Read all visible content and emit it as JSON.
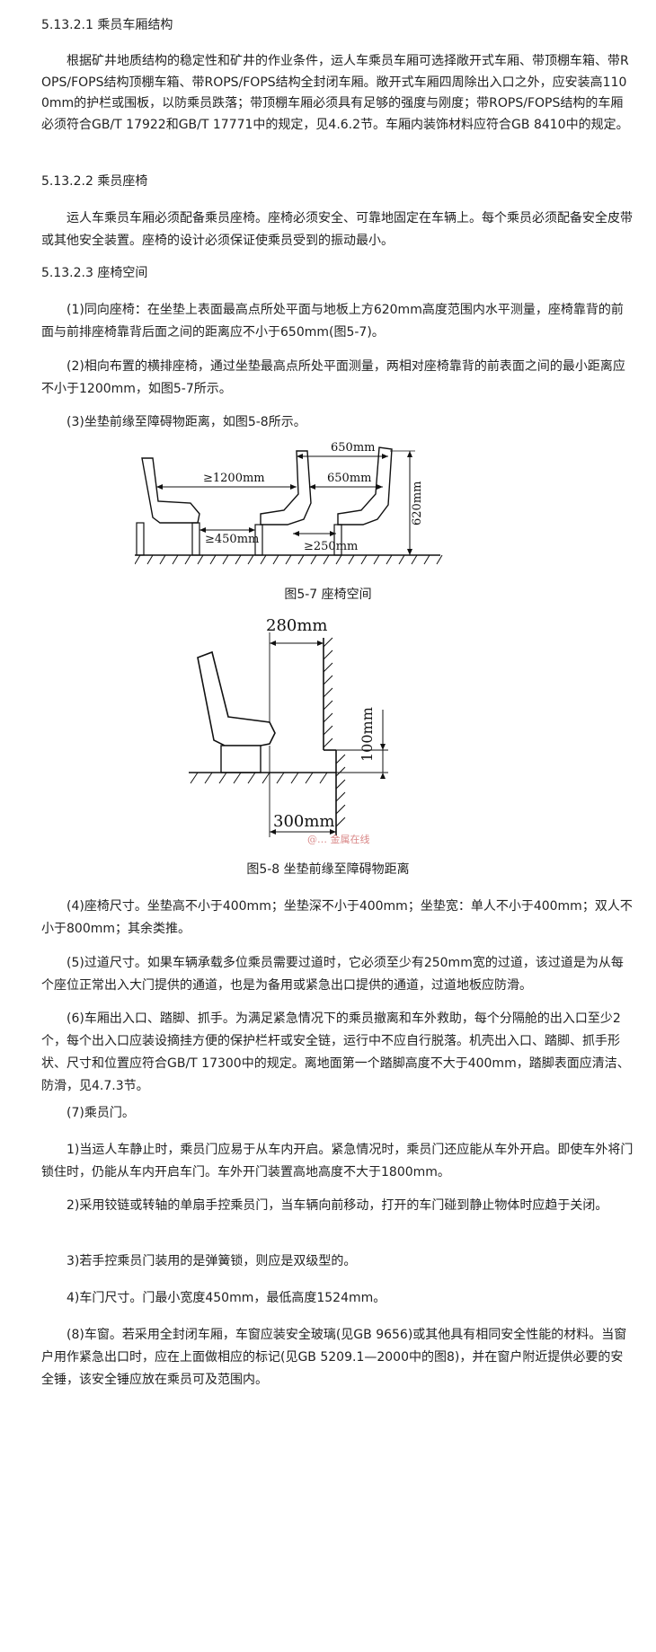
{
  "sections": {
    "s1_heading": "5.13.2.1 乘员车厢结构",
    "s1_body": "根据矿井地质结构的稳定性和矿井的作业条件，运人车乘员车厢可选择敞开式车厢、带顶棚车箱、带ROPS/FOPS结构顶棚车箱、带ROPS/FOPS结构全封闭车厢。敞开式车厢四周除出入口之外，应安装高1100mm的护栏或围板，以防乘员跌落；带顶棚车厢必须具有足够的强度与刚度；带ROPS/FOPS结构的车厢必须符合GB/T 17922和GB/T 17771中的规定，见4.6.2节。车厢内装饰材料应符合GB 8410中的规定。",
    "s2_heading": "5.13.2.2 乘员座椅",
    "s2_body": "运人车乘员车厢必须配备乘员座椅。座椅必须安全、可靠地固定在车辆上。每个乘员必须配备安全皮带或其他安全装置。座椅的设计必须保证使乘员受到的振动最小。",
    "s3_heading": "5.13.2.3 座椅空间",
    "item1": "(1)同向座椅：在坐垫上表面最高点所处平面与地板上方620mm高度范围内水平测量，座椅靠背的前面与前排座椅靠背后面之间的距离应不小于650mm(图5-7)。",
    "item2": "(2)相向布置的横排座椅，通过坐垫最高点所处平面测量，两相对座椅靠背的前表面之间的最小距离应不小于1200mm，如图5-7所示。",
    "item3": "(3)坐垫前缘至障碍物距离，如图5-8所示。",
    "item4": "(4)座椅尺寸。坐垫高不小于400mm；坐垫深不小于400mm；坐垫宽：单人不小于400mm；双人不小于800mm；其余类推。",
    "item5": "(5)过道尺寸。如果车辆承载多位乘员需要过道时，它必须至少有250mm宽的过道，该过道是为从每个座位正常出入大门提供的通道，也是为备用或紧急出口提供的通道，过道地板应防滑。",
    "item6": "(6)车厢出入口、踏脚、抓手。为满足紧急情况下的乘员撤离和车外救助，每个分隔舱的出入口至少2个，每个出入口应装设摘挂方便的保护栏杆或安全链，运行中不应自行脱落。机壳出入口、踏脚、抓手形状、尺寸和位置应符合GB/T 17300中的规定。离地面第一个踏脚高度不大于400mm，踏脚表面应清洁、防滑，见4.7.3节。",
    "item7": "(7)乘员门。",
    "item7_1": "1)当运人车静止时，乘员门应易于从车内开启。紧急情况时，乘员门还应能从车外开启。即使车外将门锁住时，仍能从车内开启车门。车外开门装置高地高度不大于1800mm。",
    "item7_2": "2)采用铰链或转轴的单扇手控乘员门，当车辆向前移动，打开的车门碰到静止物体时应趋于关闭。",
    "item7_3": "3)若手控乘员门装用的是弹簧锁，则应是双级型的。",
    "item7_4": "4)车门尺寸。门最小宽度450mm，最低高度1524mm。",
    "item8": "(8)车窗。若采用全封闭车厢，车窗应装安全玻璃(见GB 9656)或其他具有相同安全性能的材料。当窗户用作紧急出口时，应在上面做相应的标记(见GB 5209.1—2000中的图8)，并在窗户附近提供必要的安全锤，该安全锤应放在乘员可及范围内。"
  },
  "figure_5_7": {
    "caption": "图5-7 座椅空间",
    "dim_650_top": "650mm",
    "dim_1200": "≥1200mm",
    "dim_650_mid": "650mm",
    "dim_620": "620mm",
    "dim_450": "≥450mm",
    "dim_250": "≥250mm"
  },
  "figure_5_8": {
    "caption": "图5-8 坐垫前缘至障碍物距离",
    "dim_280": "280mm",
    "dim_100": "100mm",
    "dim_300": "300mm",
    "watermark": "@… 金属在线"
  }
}
